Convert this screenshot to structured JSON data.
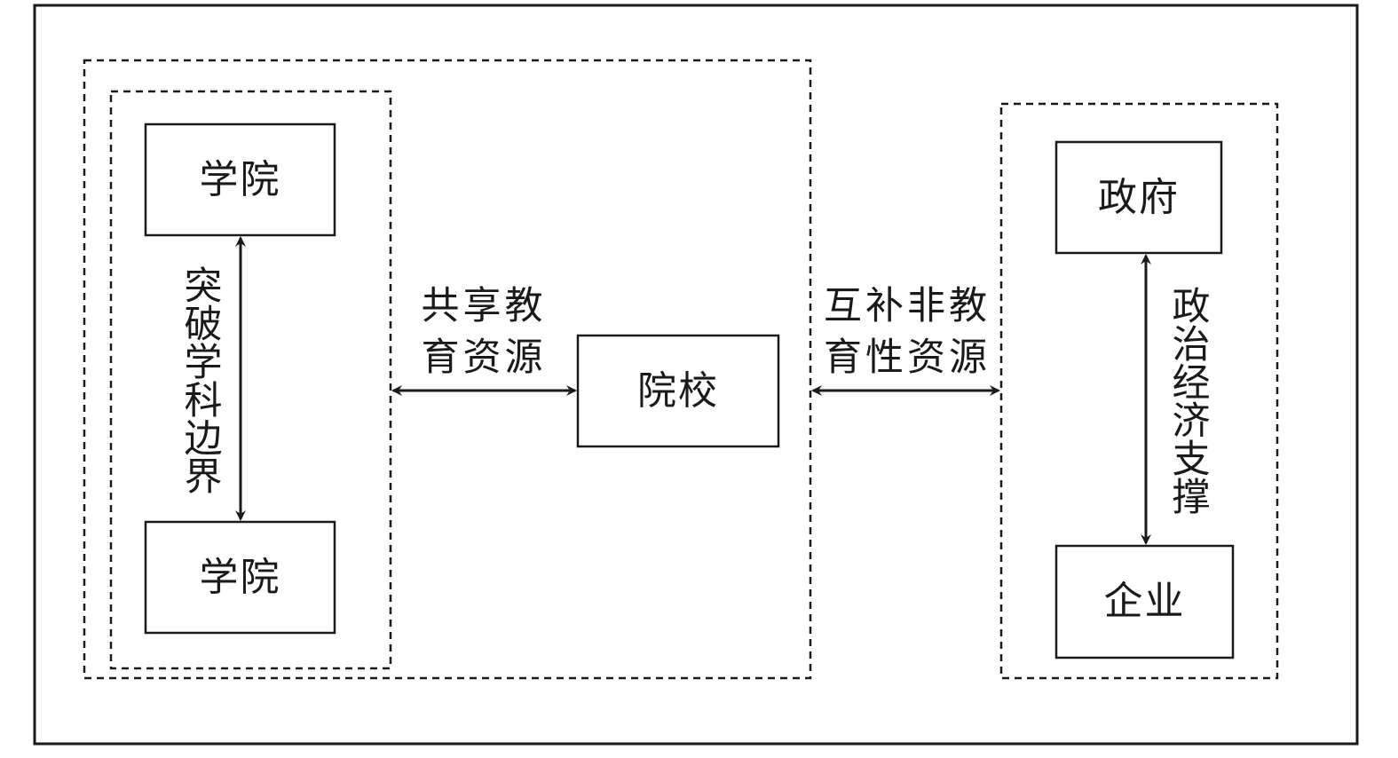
{
  "diagram": {
    "nodes": {
      "college_top": {
        "label": "学院"
      },
      "college_bottom": {
        "label": "学院"
      },
      "university": {
        "label": "院校"
      },
      "government": {
        "label": "政府"
      },
      "enterprise": {
        "label": "企业"
      }
    },
    "edges": {
      "college_link": {
        "label": "突破学科边界"
      },
      "share_line1": "共享教",
      "share_line2": "育资源",
      "complement_line1": "互补非教",
      "complement_line2": "育性资源",
      "support_link": {
        "label": "政治经济支撑"
      }
    },
    "colors": {
      "line": "#1a1a1a",
      "background": "#ffffff"
    }
  }
}
